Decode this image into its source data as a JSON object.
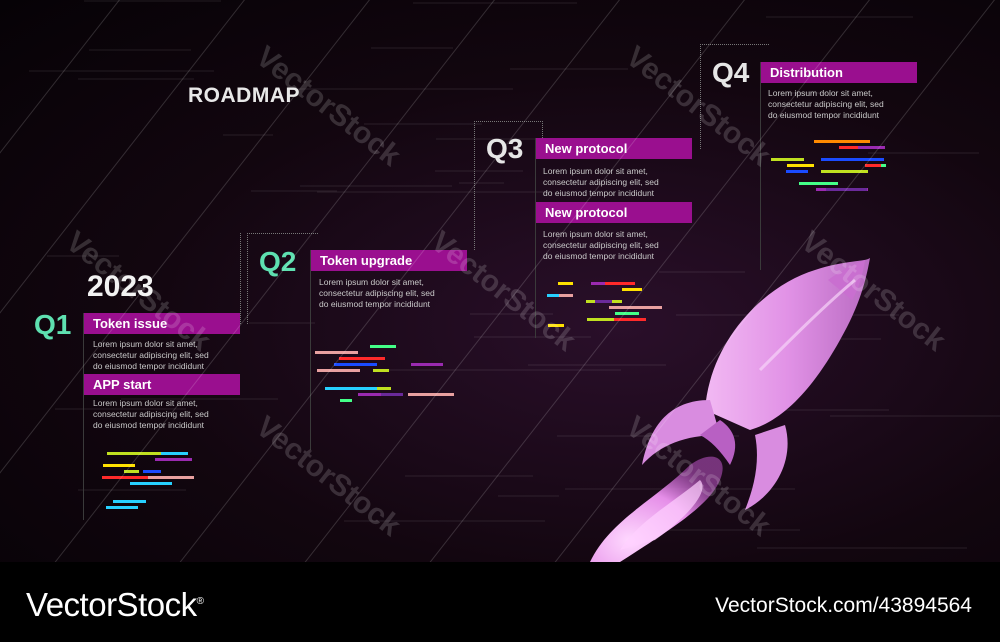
{
  "title": "ROADMAP",
  "year": "2023",
  "quarters": [
    {
      "label": "Q1",
      "color": "#5ee0b0",
      "items": [
        {
          "title": "Token issue",
          "text": [
            "Lorem ipsum dolor sit amet,",
            "consectetur adipiscing elit, sed",
            "do eiusmod tempor incididunt"
          ]
        },
        {
          "title": "APP start",
          "text": [
            "Lorem ipsum dolor sit amet,",
            "consectetur adipiscing elit, sed",
            "do eiusmod tempor incididunt"
          ]
        }
      ]
    },
    {
      "label": "Q2",
      "color": "#5ee0b0",
      "items": [
        {
          "title": "Token upgrade",
          "text": [
            "Lorem ipsum dolor sit amet,",
            "consectetur adipiscing elit, sed",
            "do eiusmod tempor incididunt"
          ]
        }
      ]
    },
    {
      "label": "Q3",
      "color": "#e6e6e6",
      "items": [
        {
          "title": "New protocol",
          "text": [
            "Lorem ipsum dolor sit amet,",
            "consectetur adipiscing elit, sed",
            "do eiusmod tempor incididunt"
          ]
        },
        {
          "title": "New protocol",
          "text": [
            "Lorem ipsum dolor sit amet,",
            "consectetur adipiscing elit, sed",
            "do eiusmod tempor incididunt"
          ]
        }
      ]
    },
    {
      "label": "Q4",
      "color": "#e6e6e6",
      "items": [
        {
          "title": "Distribution",
          "text": [
            "Lorem ipsum dolor sit amet,",
            "consectetur adipiscing elit, sed",
            "do eiusmod tempor incididunt"
          ]
        }
      ]
    }
  ],
  "colors": {
    "banner": "#9a0f8f",
    "rocket": "#e28ee6",
    "flame": "#f0a0f0"
  },
  "watermark": "VectorStock",
  "footer": {
    "brand": "VectorStock",
    "registered": "®",
    "image_id": "VectorStock.com/43894564"
  }
}
